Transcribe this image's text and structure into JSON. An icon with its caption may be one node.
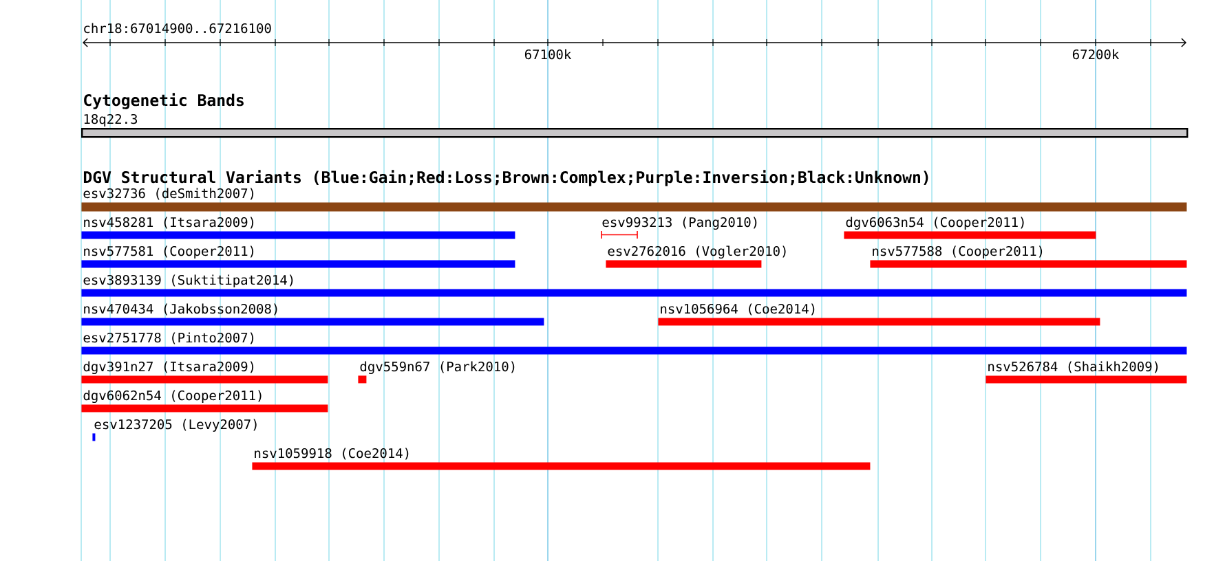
{
  "diagram": {
    "nodes": [
      {
        "text": [
          "18q22.3"
        ]
      },
      {
        "text": [
          "esv32736 (deSmith2007)"
        ]
      },
      {
        "text": [
          "nsv458281 (Itsara2009)"
        ]
      },
      {
        "text": [
          "esv993213 (Pang2010)"
        ]
      },
      {
        "text": [
          "dgv6063n54 (Cooper2011)"
        ]
      },
      {
        "text": [
          "nsv577581 (Cooper2011)"
        ]
      },
      {
        "text": [
          "esv2762016 (Vogler2010)"
        ]
      },
      {
        "text": [
          "nsv577588 (Cooper2011)"
        ]
      },
      {
        "text": [
          "esv3893139 (Suktitipat2014)"
        ]
      },
      {
        "text": [
          "nsv470434 (Jakobsson2008)"
        ]
      },
      {
        "text": [
          "nsv1056964 (Coe2014)"
        ]
      },
      {
        "text": [
          "esv2751778 (Pinto2007)"
        ]
      },
      {
        "text": [
          "dgv391n27 (Itsara2009)"
        ]
      },
      {
        "text": [
          "dgv559n67 (Park2010)"
        ]
      },
      {
        "text": [
          "nsv526784 (Shaikh2009)"
        ]
      },
      {
        "text": [
          "dgv6062n54 (Cooper2011)"
        ]
      },
      {
        "text": [
          "esv1237205 (Levy2007)"
        ]
      },
      {
        "text": [
          "nsv1059918 (Coe2014)"
        ]
      }
    ],
    "labels": [
      "chr18:67014900..67216100",
      "67100k",
      "67200k",
      "Cytogenetic Bands",
      "DGV Structural Variants (Blue:Gain;Red:Loss;Brown:Complex;Purple:Inversion;Black:Unknown)"
    ]
  }
}
